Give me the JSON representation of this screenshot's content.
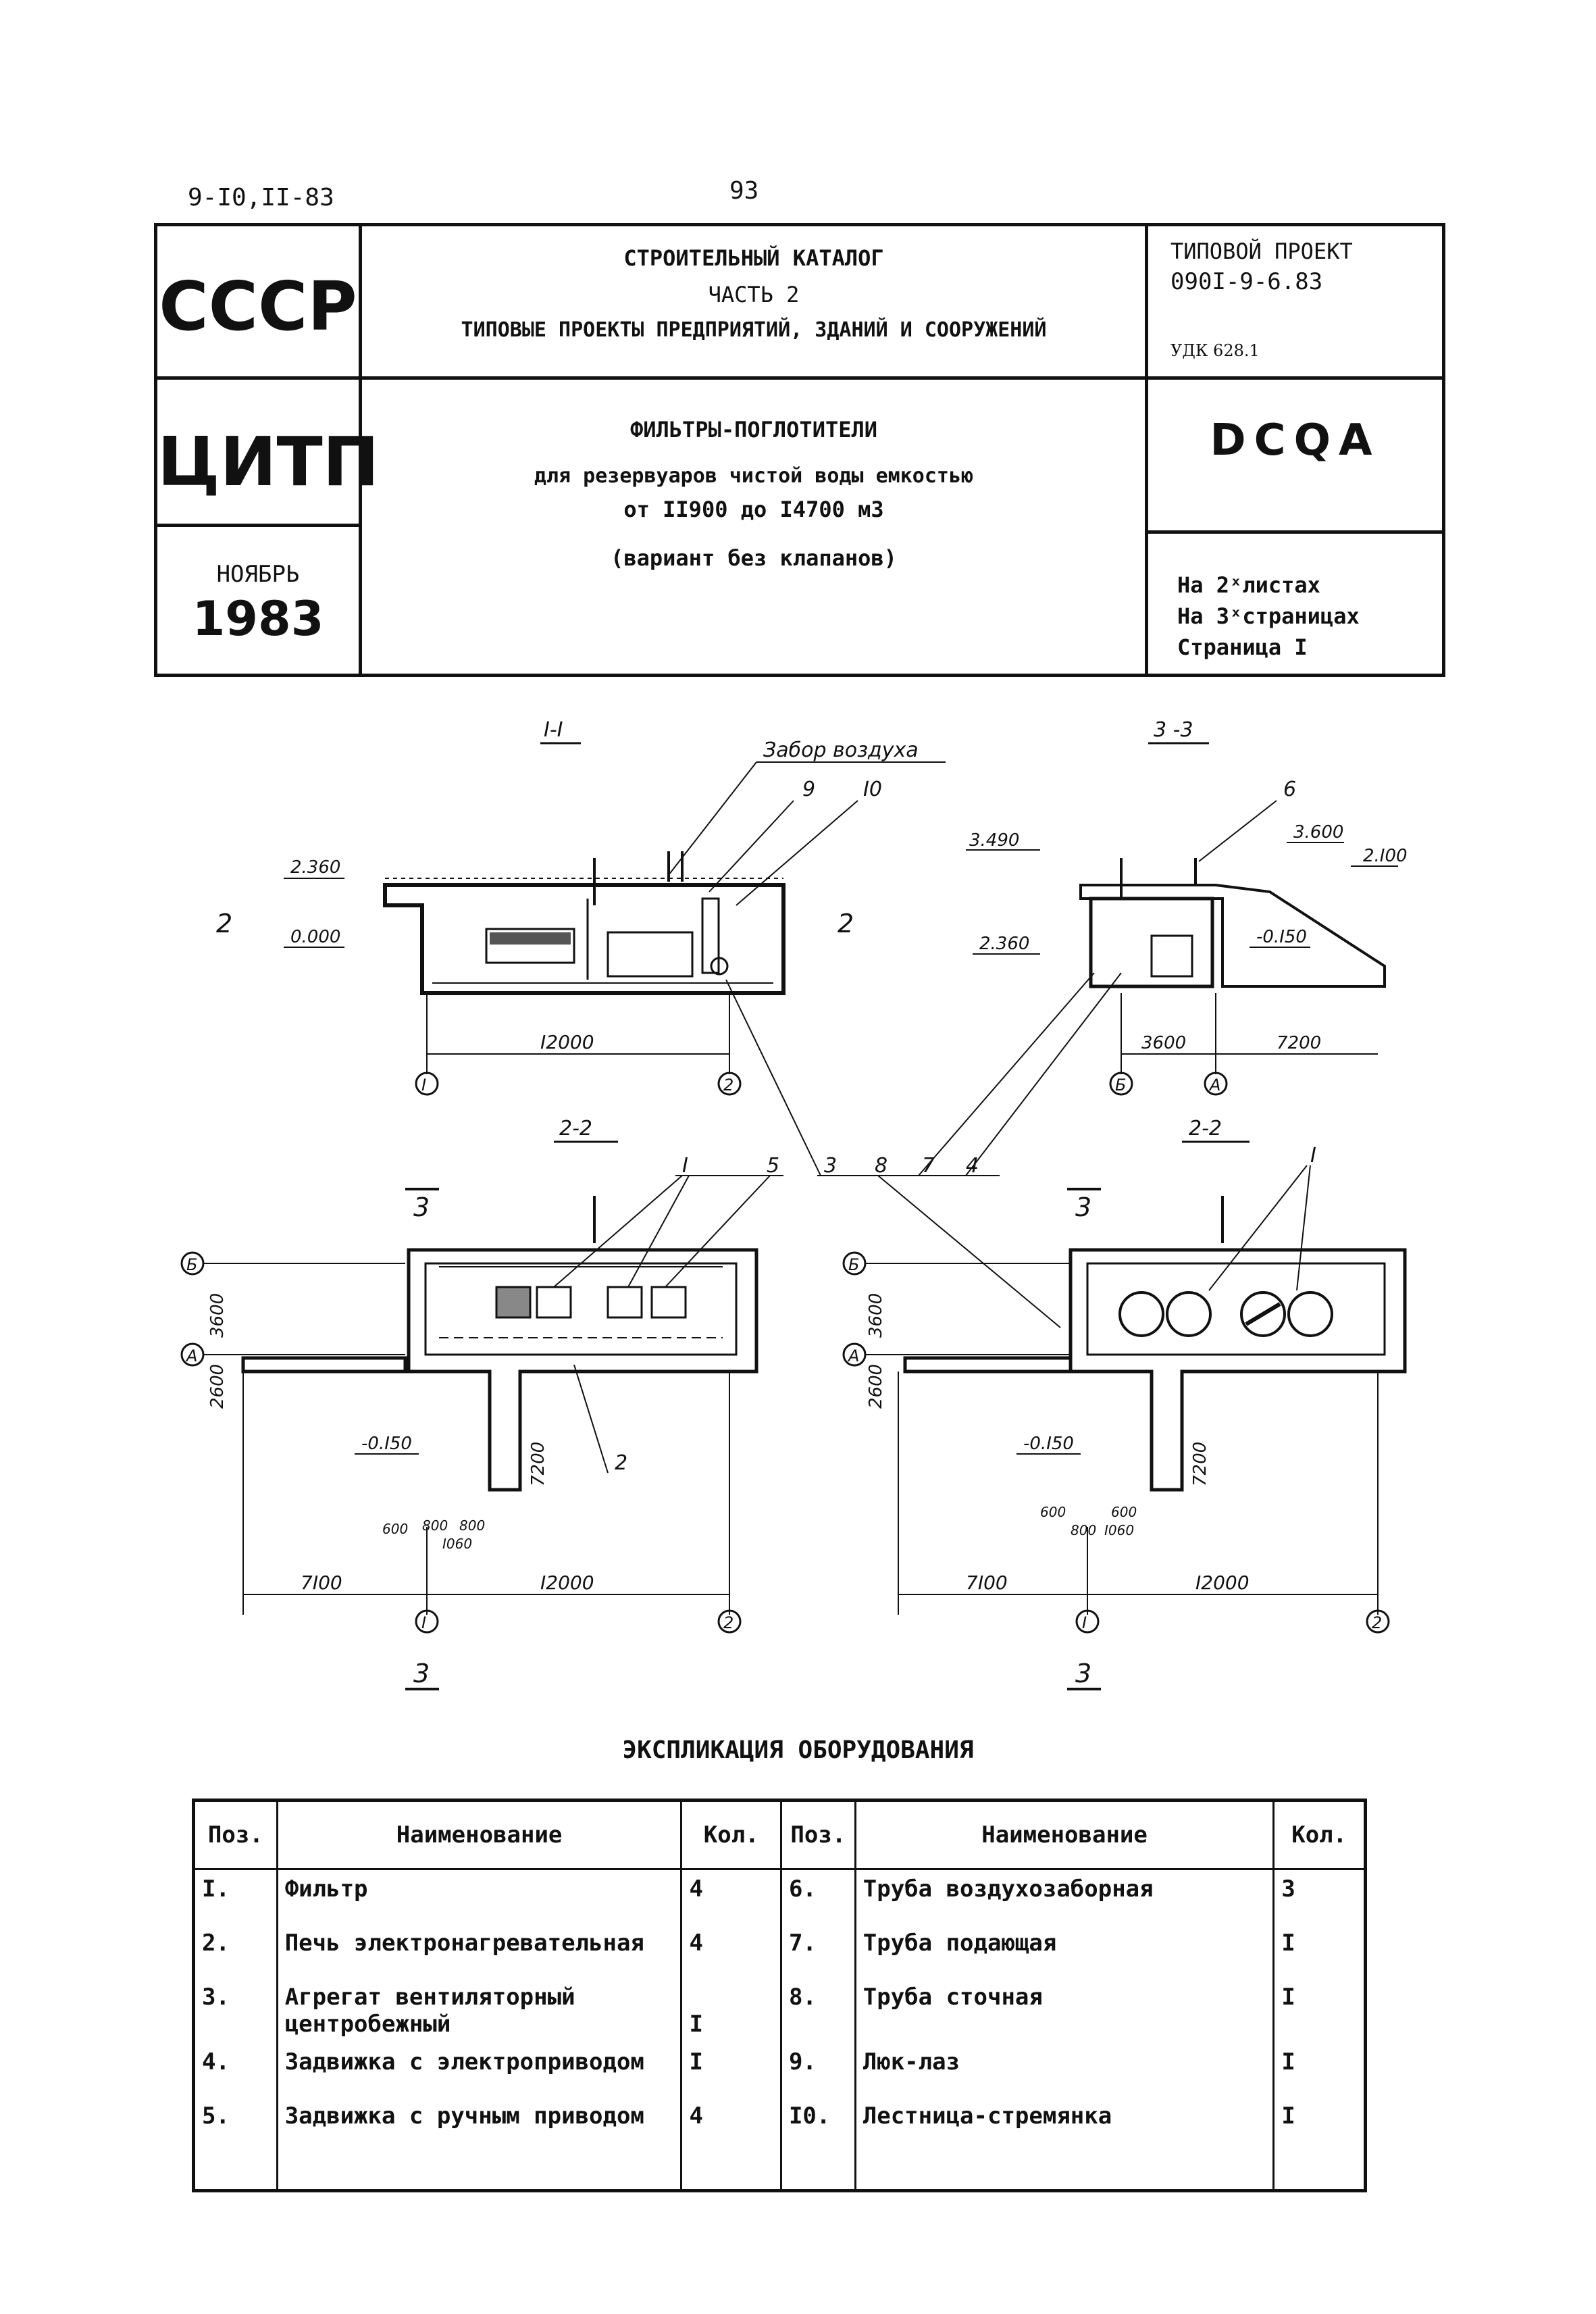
{
  "doc_code": "9-I0,II-83",
  "page_number": "93",
  "header": {
    "org1": "СССР",
    "org2": "ЦИТП",
    "month": "НОЯБРЬ",
    "year": "1983",
    "catalog_line1": "СТРОИТЕЛЬНЫЙ КАТАЛОГ",
    "catalog_line2": "ЧАСТЬ 2",
    "catalog_line3": "ТИПОВЫЕ ПРОЕКТЫ ПРЕДПРИЯТИЙ, ЗДАНИЙ И СООРУЖЕНИЙ",
    "title_line1": "ФИЛЬТРЫ-ПОГЛОТИТЕЛИ",
    "title_line2": "для резервуаров чистой воды емкостью",
    "title_line3": "от II900 до I4700 м3",
    "title_line4": "(вариант без клапанов)",
    "project_label": "ТИПОВОЙ ПРОЕКТ",
    "project_number": "090I-9-6.83",
    "udk": "УДК 628.1",
    "code": "DCQA",
    "sheets": "На 2ˣлистах",
    "pages": "На 3ˣстраницах",
    "page": "Страница I"
  },
  "drawing": {
    "sec11": "I-I",
    "sec33": "3 -3",
    "sec22a": "2-2",
    "sec22b": "2-2",
    "air_intake": "Забор воздуха",
    "lvl_2360": "2.360",
    "lvl_0000": "0.000",
    "lvl_3490": "3.490",
    "lvl_3600": "3.600",
    "lvl_2100": "2.I00",
    "lvl_m0150": "-0.I50",
    "dim_12000": "I2000",
    "dim_3600": "3600",
    "dim_7200": "7200",
    "dim_2600": "2600",
    "dim_7100": "7I00",
    "dim_600": "600",
    "dim_800": "800",
    "dim_1060": "I060",
    "axis_1": "I",
    "axis_2": "2",
    "axis_A": "А",
    "axis_B": "Б",
    "n1": "I",
    "n2": "2",
    "n3": "3",
    "n4": "4",
    "n5": "5",
    "n6": "6",
    "n7": "7",
    "n8": "8",
    "n9": "9",
    "n10": "I0"
  },
  "explication": {
    "title": "ЭКСПЛИКАЦИЯ ОБОРУДОВАНИЯ",
    "headers": [
      "Поз.",
      "Наименование",
      "Кол.",
      "Поз.",
      "Наименование",
      "Кол."
    ],
    "rows": [
      {
        "p1": "I.",
        "n1": "Фильтр",
        "q1": "4",
        "p2": "6.",
        "n2": "Труба воздухозаборная",
        "q2": "3"
      },
      {
        "p1": "2.",
        "n1": "Печь электронагревательная",
        "q1": "4",
        "p2": "7.",
        "n2": "Труба подающая",
        "q2": "I"
      },
      {
        "p1": "3.",
        "n1": "Агрегат вентиляторный центробежный",
        "q1": "I",
        "p2": "8.",
        "n2": "Труба сточная",
        "q2": "I"
      },
      {
        "p1": "4.",
        "n1": "Задвижка с электроприводом",
        "q1": "I",
        "p2": "9.",
        "n2": "Люк-лаз",
        "q2": "I"
      },
      {
        "p1": "5.",
        "n1": "Задвижка с ручным приводом",
        "q1": "4",
        "p2": "I0.",
        "n2": "Лестница-стремянка",
        "q2": "I"
      }
    ]
  }
}
